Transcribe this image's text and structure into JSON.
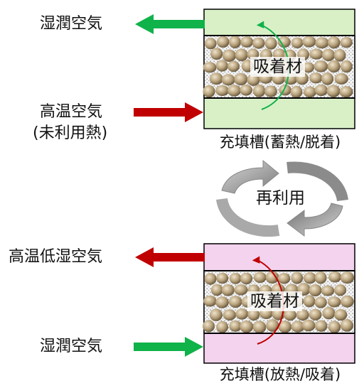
{
  "top": {
    "out_label": "湿潤空気",
    "in_label_line1": "高温空気",
    "in_label_line2": "(未利用熱)",
    "material_label": "吸着材",
    "tank_label": "充填槽(蓄熱/脱着)",
    "tank_color": "#d9f0c7"
  },
  "cycle_label": "再利用",
  "bottom": {
    "out_label": "高温低湿空気",
    "in_label": "湿潤空気",
    "material_label": "吸着材",
    "tank_label": "充填槽(放熱/吸着)",
    "tank_color": "#f3d3ee"
  },
  "colors": {
    "green_arrow": "#10b24a",
    "red_arrow": "#c00000",
    "cycle_arrow": "#888888"
  }
}
